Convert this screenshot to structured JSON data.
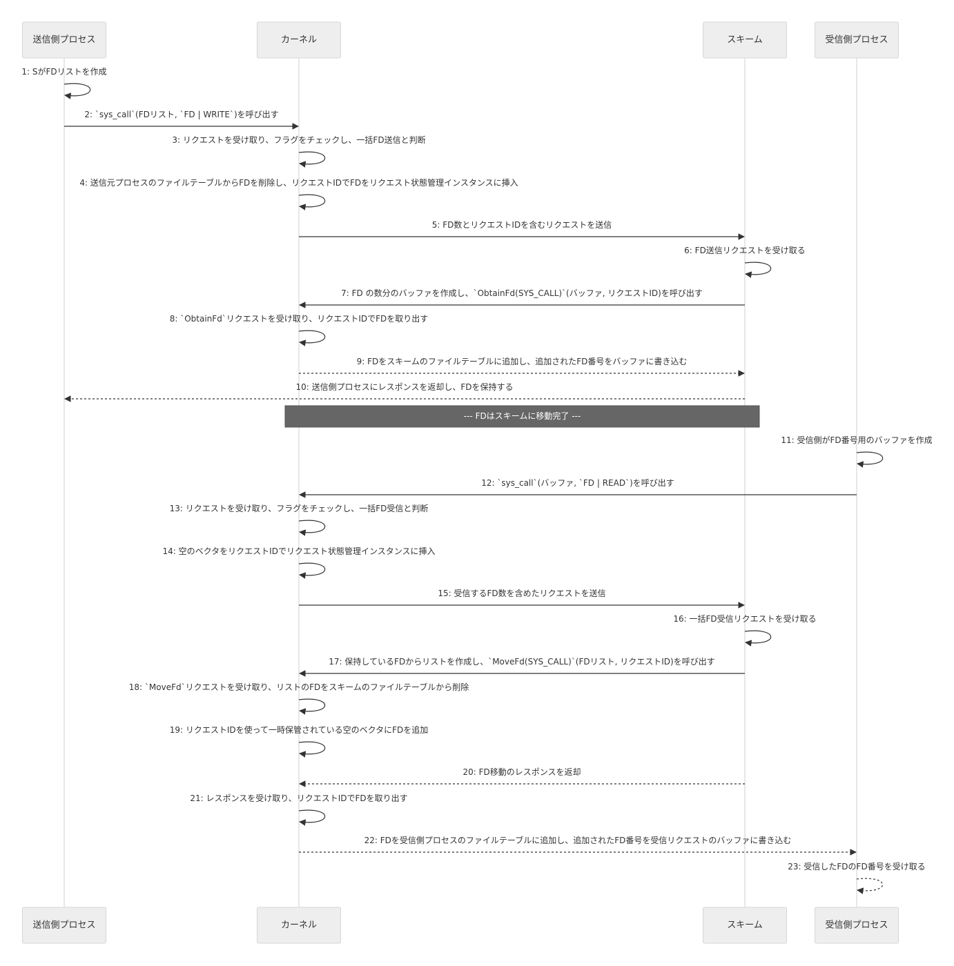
{
  "colors": {
    "actor_fill": "#eeeeee",
    "actor_border": "#d6d6d6",
    "lifeline": "#cfcfcf",
    "message": "#333333",
    "note_fill": "#666666",
    "note_text": "#ffffff"
  },
  "participants": [
    {
      "id": "sender",
      "label": "送信側プロセス"
    },
    {
      "id": "kernel",
      "label": "カーネル"
    },
    {
      "id": "scheme",
      "label": "スキーム"
    },
    {
      "id": "receiver",
      "label": "受信側プロセス"
    }
  ],
  "messages": [
    {
      "from": "sender",
      "to": "sender",
      "style": "solid",
      "label": "1: SがFDリストを作成"
    },
    {
      "from": "sender",
      "to": "kernel",
      "style": "solid",
      "label": "2: `sys_call`(FDリスト, `FD | WRITE`)を呼び出す"
    },
    {
      "from": "kernel",
      "to": "kernel",
      "style": "solid",
      "label": "3: リクエストを受け取り、フラグをチェックし、一括FD送信と判断"
    },
    {
      "from": "kernel",
      "to": "kernel",
      "style": "solid",
      "label": "4: 送信元プロセスのファイルテーブルからFDを削除し、リクエストIDでFDをリクエスト状態管理インスタンスに挿入"
    },
    {
      "from": "kernel",
      "to": "scheme",
      "style": "solid",
      "label": "5: FD数とリクエストIDを含むリクエストを送信"
    },
    {
      "from": "scheme",
      "to": "scheme",
      "style": "solid",
      "label": "6: FD送信リクエストを受け取る"
    },
    {
      "from": "scheme",
      "to": "kernel",
      "style": "solid",
      "label": "7: FD の数分のバッファを作成し、`ObtainFd(SYS_CALL)`(バッファ, リクエストID)を呼び出す"
    },
    {
      "from": "kernel",
      "to": "kernel",
      "style": "solid",
      "label": "8: `ObtainFd`リクエストを受け取り、リクエストIDでFDを取り出す"
    },
    {
      "from": "kernel",
      "to": "scheme",
      "style": "dashed",
      "label": "9: FDをスキームのファイルテーブルに追加し、追加されたFD番号をバッファに書き込む"
    },
    {
      "from": "scheme",
      "to": "sender",
      "style": "dashed",
      "label": "10: 送信側プロセスにレスポンスを返却し、FDを保持する"
    },
    {
      "type": "note",
      "label": "--- FDはスキームに移動完了 ---"
    },
    {
      "from": "receiver",
      "to": "receiver",
      "style": "solid",
      "label": "11: 受信側がFD番号用のバッファを作成"
    },
    {
      "from": "receiver",
      "to": "kernel",
      "style": "solid",
      "label": "12: `sys_call`(バッファ, `FD | READ`)を呼び出す"
    },
    {
      "from": "kernel",
      "to": "kernel",
      "style": "solid",
      "label": "13: リクエストを受け取り、フラグをチェックし、一括FD受信と判断"
    },
    {
      "from": "kernel",
      "to": "kernel",
      "style": "solid",
      "label": "14: 空のベクタをリクエストIDでリクエスト状態管理インスタンスに挿入"
    },
    {
      "from": "kernel",
      "to": "scheme",
      "style": "solid",
      "label": "15: 受信するFD数を含めたリクエストを送信"
    },
    {
      "from": "scheme",
      "to": "scheme",
      "style": "solid",
      "label": "16: 一括FD受信リクエストを受け取る"
    },
    {
      "from": "scheme",
      "to": "kernel",
      "style": "solid",
      "label": "17: 保持しているFDからリストを作成し、`MoveFd(SYS_CALL)`(FDリスト, リクエストID)を呼び出す"
    },
    {
      "from": "kernel",
      "to": "kernel",
      "style": "solid",
      "label": "18: `MoveFd`リクエストを受け取り、リストのFDをスキームのファイルテーブルから削除"
    },
    {
      "from": "kernel",
      "to": "kernel",
      "style": "solid",
      "label": "19: リクエストIDを使って一時保管されている空のベクタにFDを追加"
    },
    {
      "from": "scheme",
      "to": "kernel",
      "style": "dashed",
      "label": "20: FD移動のレスポンスを返却"
    },
    {
      "from": "kernel",
      "to": "kernel",
      "style": "solid",
      "label": "21: レスポンスを受け取り、リクエストIDでFDを取り出す"
    },
    {
      "from": "kernel",
      "to": "receiver",
      "style": "dashed",
      "label": "22: FDを受信側プロセスのファイルテーブルに追加し、追加されたFD番号を受信リクエストのバッファに書き込む"
    },
    {
      "from": "receiver",
      "to": "receiver",
      "style": "dashed",
      "label": "23: 受信したFDのFD番号を受け取る"
    }
  ]
}
